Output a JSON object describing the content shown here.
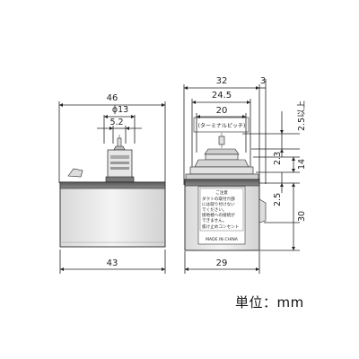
{
  "left_view": {
    "width_top": "46",
    "width_bottom": "43",
    "diameter": "ϕ13",
    "pin_width": "5.2"
  },
  "right_view": {
    "width_total": "32",
    "right_offset": "3",
    "width_mid": "24.5",
    "terminal_width": "20",
    "terminal_note": "(ターミナルピッチ)",
    "width_bottom": "29",
    "dim_a": "2.5以上",
    "dim_b": "2.3",
    "dim_c": "14",
    "dim_d": "2.5",
    "dim_e": "30"
  },
  "label": {
    "title": "ご注意",
    "lines": [
      "ダクトの取付穴部",
      "には取り付けない",
      "でください。",
      "接地極への接続が",
      "できません。",
      "抜け止めコンセント"
    ],
    "made_in": "MADE IN CHINA"
  },
  "caption": "単位：mm"
}
